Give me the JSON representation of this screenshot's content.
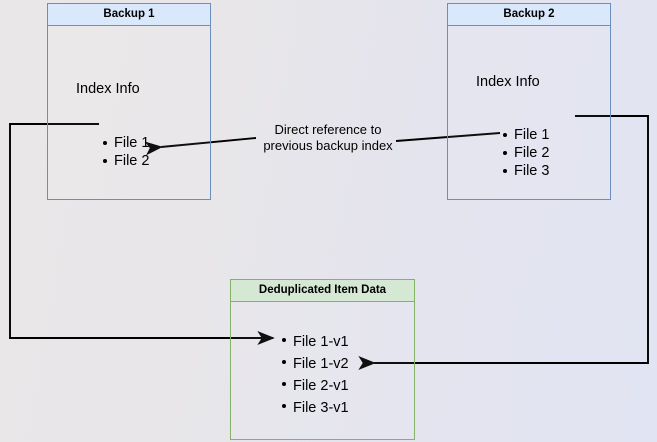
{
  "diagram": {
    "title": "Backup deduplication reference diagram",
    "colors": {
      "blue_border": "#6c8ebf",
      "blue_header": "#dae8fc",
      "green_border": "#82b366",
      "green_header": "#d5e8d4",
      "edge": "#000000",
      "background_left": "#e9e7e7",
      "background_right": "#e1e4f3"
    },
    "nodes": {
      "backup1": {
        "title": "Backup 1",
        "section_label": "Index Info",
        "files": [
          "File 1",
          "File 2"
        ]
      },
      "backup2": {
        "title": "Backup 2",
        "section_label": "Index Info",
        "files": [
          "File 1",
          "File 2",
          "File 3"
        ]
      },
      "dedup": {
        "title": "Deduplicated Item Data",
        "files": [
          "File 1-v1",
          "File 1-v2",
          "File 2-v1",
          "File 3-v1"
        ]
      }
    },
    "edges": [
      {
        "name": "backup2-index-to-backup1-index",
        "label": "Direct reference to\nprevious backup index",
        "from": "Backup 2 / File 2",
        "to": "Backup 1 / File 2"
      },
      {
        "name": "backup1-file1-to-dedup",
        "label": "",
        "from": "Backup 1 / File 1",
        "to": "Deduplicated Item Data / File 1-v1"
      },
      {
        "name": "backup2-file1-to-dedup",
        "label": "",
        "from": "Backup 2 / File 1",
        "to": "Deduplicated Item Data / File 1-v2"
      }
    ]
  }
}
